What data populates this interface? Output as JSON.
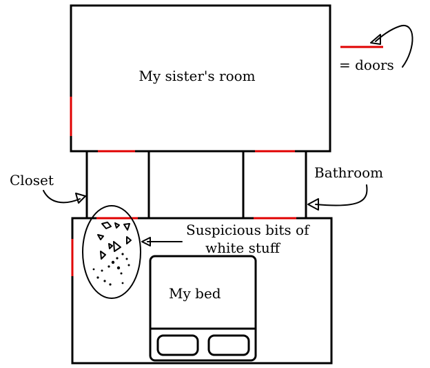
{
  "labels": {
    "sisters_room": "My sister's room",
    "closet": "Closet",
    "bathroom": "Bathroom",
    "suspicious_line1": "Suspicious bits of",
    "suspicious_line2": "white stuff",
    "my_bed": "My bed",
    "legend_doors": "= doors"
  },
  "colors": {
    "door": "#e00000",
    "wall": "#000000",
    "background": "#ffffff"
  }
}
